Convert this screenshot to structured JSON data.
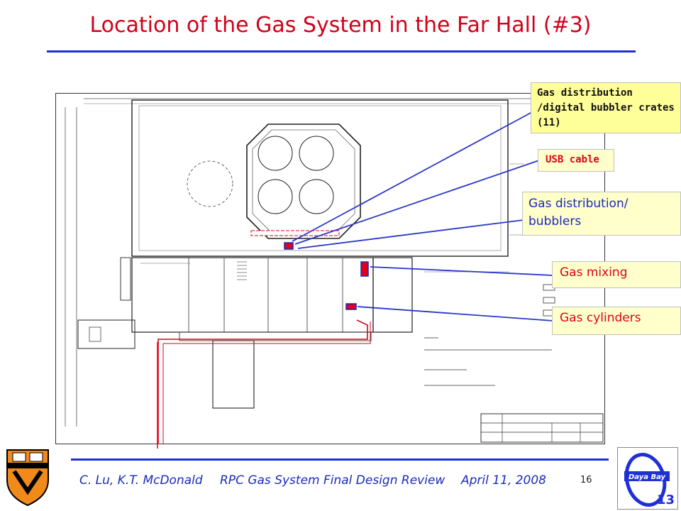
{
  "slide": {
    "title": "Location of the Gas System in the Far Hall (#3)",
    "page_number": "16"
  },
  "callouts": {
    "crates": "Gas distribution /digital bubbler crates (11)",
    "usb": "USB cable",
    "bubblers": "Gas distribution/ bubblers",
    "mixing": "Gas mixing",
    "cylinders": "Gas cylinders"
  },
  "footer": {
    "authors": "C. Lu, K.T. McDonald",
    "event": "RPC Gas System Final Design Review",
    "date": "April 11, 2008"
  },
  "logos": {
    "left": "princeton-shield",
    "right_text": "Daya Bay",
    "right_number": "13"
  },
  "colors": {
    "title": "#d0021b",
    "rule": "#1f2fd6",
    "footer": "#1a2bb8",
    "gas_line": "#e0001a",
    "pointer": "#2b38c8"
  }
}
